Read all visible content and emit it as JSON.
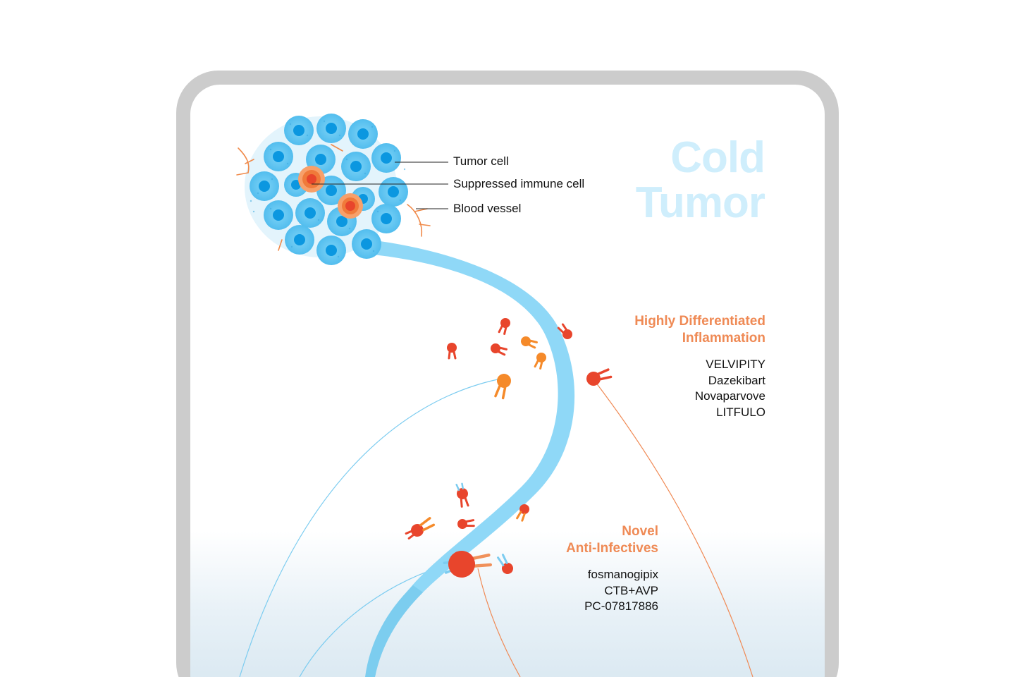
{
  "title": {
    "line1": "Cold",
    "line2": "Tumor"
  },
  "legend": {
    "tumor_cell": "Tumor cell",
    "suppressed_immune_cell": "Suppressed immune cell",
    "blood_vessel": "Blood vessel"
  },
  "sections": {
    "inflammation": {
      "heading_line1": "Highly Differentiated",
      "heading_line2": "Inflammation",
      "items": [
        "VELVIPITY",
        "Dazekibart",
        "Novaparvove",
        "LITFULO"
      ]
    },
    "anti_infectives": {
      "heading_line1": "Novel",
      "heading_line2": "Anti-Infectives",
      "items": [
        "fosmanogipix",
        "CTB+AVP",
        "PC-07817886"
      ]
    }
  },
  "colors": {
    "tumor_cell": "#5ec4f0",
    "nucleus": "#0b97e0",
    "vessel": "#8fd8f7",
    "immune_cell": "#f07a3a",
    "antibody_red": "#e8452c",
    "antibody_orange": "#f58a2a",
    "heading_orange": "#ef8a55",
    "title_light_blue": "#cfeefc",
    "frame": "#cccccc"
  }
}
